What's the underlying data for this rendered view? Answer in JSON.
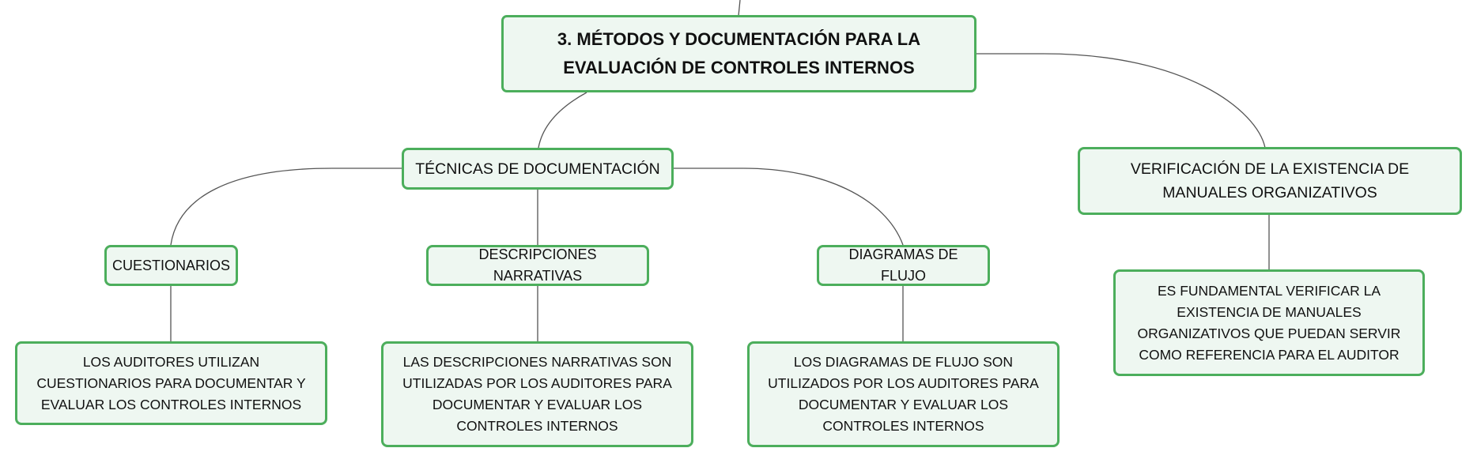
{
  "nodes": {
    "root": "3. MÉTODOS Y DOCUMENTACIÓN PARA LA EVALUACIÓN DE CONTROLES INTERNOS",
    "tecnicas": "TÉCNICAS DE DOCUMENTACIÓN",
    "verificacion": "VERIFICACIÓN DE LA EXISTENCIA DE MANUALES ORGANIZATIVOS",
    "cuestionarios": "CUESTIONARIOS",
    "descripciones": "DESCRIPCIONES NARRATIVAS",
    "diagramas": "DIAGRAMAS DE FLUJO",
    "cuestionarios_desc": "LOS AUDITORES UTILIZAN CUESTIONARIOS PARA DOCUMENTAR Y EVALUAR LOS CONTROLES INTERNOS",
    "descripciones_desc": "LAS DESCRIPCIONES NARRATIVAS SON UTILIZADAS POR LOS AUDITORES PARA DOCUMENTAR Y EVALUAR LOS CONTROLES INTERNOS",
    "diagramas_desc": "LOS DIAGRAMAS DE FLUJO SON UTILIZADOS POR LOS AUDITORES PARA DOCUMENTAR Y EVALUAR LOS CONTROLES INTERNOS",
    "verificacion_desc": "ES FUNDAMENTAL VERIFICAR LA EXISTENCIA DE MANUALES ORGANIZATIVOS QUE PUEDAN SERVIR COMO REFERENCIA PARA EL AUDITOR"
  },
  "colors": {
    "node_border": "#4cae5c",
    "node_fill": "#eef7f1",
    "connector": "#555555",
    "text": "#111111"
  }
}
